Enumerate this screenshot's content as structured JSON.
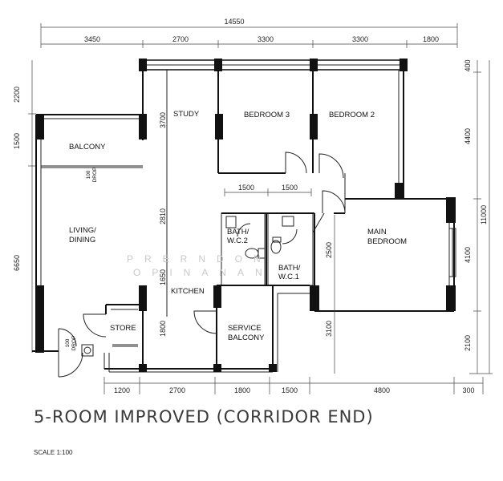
{
  "overall_width_label": "14550",
  "overall_height_label": "11000",
  "top_dims": [
    "3450",
    "2700",
    "3300",
    "3300",
    "1800"
  ],
  "bottom_dims": [
    "1200",
    "2700",
    "1800",
    "1500",
    "4800",
    "300"
  ],
  "left_dims": [
    "2200",
    "1500",
    "6650"
  ],
  "right_dims_outer": [
    "400",
    "4400",
    "4100",
    "2100"
  ],
  "inner_dims": {
    "study_v": "3700",
    "living_v": "2810",
    "kitchen_v1": "1650",
    "kitchen_v2": "1800",
    "bath_h1": "1500",
    "bath_h2": "1500",
    "bath_v": "2500",
    "master_v": "3100"
  },
  "rooms": {
    "study": "STUDY",
    "bedroom3": "BEDROOM 3",
    "bedroom2": "BEDROOM 2",
    "balcony": "BALCONY",
    "living1": "LIVING/",
    "living2": "DINING",
    "bath2a": "BATH/",
    "bath2b": "W.C.2",
    "bath1a": "BATH/",
    "bath1b": "W.C.1",
    "main1": "MAIN",
    "main2": "BEDROOM",
    "kitchen": "KITCHEN",
    "store": "STORE",
    "service1": "SERVICE",
    "service2": "BALCONY"
  },
  "drop_labels": {
    "a1": "100",
    "a2": "DROP",
    "b1": "100",
    "b2": "DROP"
  },
  "watermark": {
    "line1": "PRERNDON",
    "line2": "OPINANAN"
  },
  "title": "5-ROOM IMPROVED (CORRIDOR END)",
  "scale": "SCALE   1:100"
}
